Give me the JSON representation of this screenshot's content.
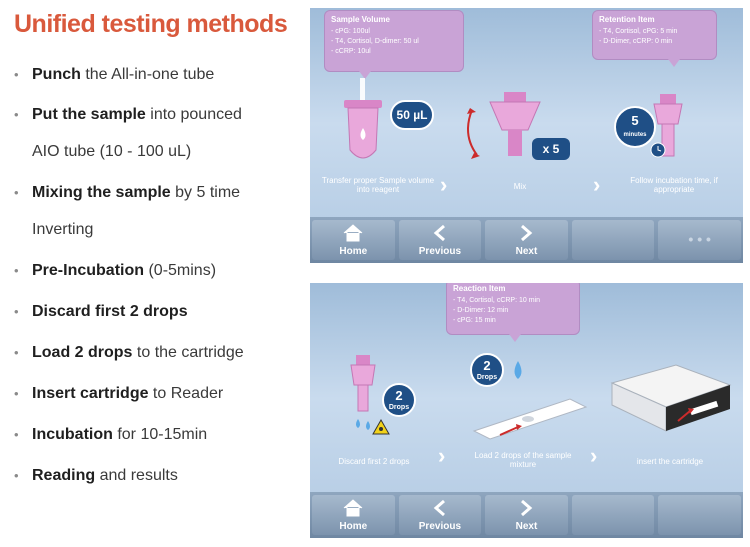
{
  "title": "Unified testing methods",
  "bullets": [
    {
      "bold": "Punch",
      "rest": " the All-in-one tube"
    },
    {
      "bold": "Put the sample",
      "rest": " into pounced"
    },
    {
      "bold": "Mixing the sample",
      "rest": " by 5 time"
    },
    {
      "bold": "Pre-Incubation",
      "rest": " (0-5mins)"
    },
    {
      "bold": "Discard first 2 drops",
      "rest": ""
    },
    {
      "bold": "Load 2 drops",
      "rest": " to the cartridge"
    },
    {
      "bold": "Insert cartridge",
      "rest": " to Reader"
    },
    {
      "bold": "Incubation",
      "rest": " for 10-15min"
    },
    {
      "bold": "Reading",
      "rest": " and results"
    }
  ],
  "continuations": {
    "sample": "AIO tube (10 - 100 uL)",
    "mixing": "Inverting"
  },
  "panel_top": {
    "bubble_left": {
      "title": "Sample Volume",
      "lines": [
        "- cPG: 100ul",
        "- T4, Cortisol, D-dimer: 50 ul",
        "- cCRP: 10ul"
      ]
    },
    "bubble_right": {
      "title": "Retention Item",
      "lines": [
        "- T4, Cortisol, cPG: 5 min",
        "- D-Dimer, cCRP: 0 min"
      ]
    },
    "volume_badge": "50 µL",
    "mix_badge": "x 5",
    "minutes_value": "5",
    "minutes_label": "minutes",
    "captions": [
      "Transfer proper Sample volume into reagent",
      "Mix",
      "Follow incubation time, if appropriate"
    ]
  },
  "panel_bottom": {
    "bubble_mid": {
      "title": "Reaction Item",
      "lines": [
        "- T4, Cortisol, cCRP: 10 min",
        "- D-Dimer: 12 min",
        "- cPG: 15 min"
      ]
    },
    "drops_value": "2",
    "drops_label": "Drops",
    "captions": [
      "Discard first 2 drops",
      "Load 2 drops of the sample mixture",
      "insert the cartridge"
    ]
  },
  "nav": {
    "home": "Home",
    "previous": "Previous",
    "next": "Next",
    "more": "• • •"
  },
  "colors": {
    "title": "#d9593c",
    "badge": "#1f4f86",
    "bubble": "#c9a3d6",
    "tube": "#d986c7"
  }
}
